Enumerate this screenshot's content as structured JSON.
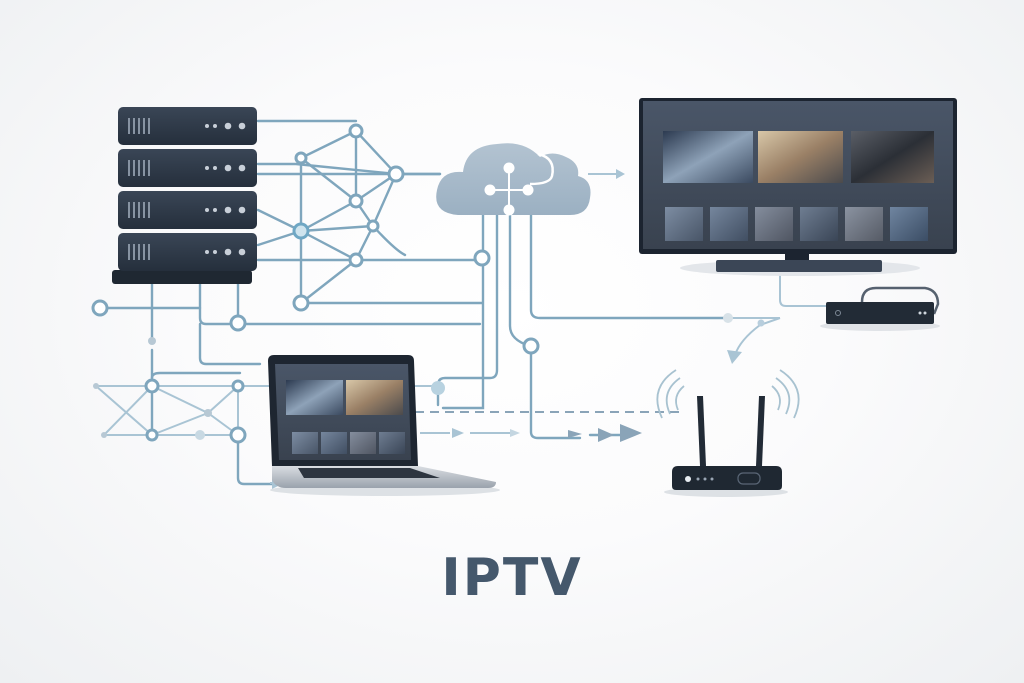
{
  "title": "IPTV",
  "devices": {
    "server": {
      "label": "media-server-rack",
      "units": 4
    },
    "cloud": {
      "label": "cloud-network"
    },
    "tv": {
      "label": "smart-tv",
      "featured_tiles": 3,
      "thumbnail_tiles": 6
    },
    "set_top_box": {
      "label": "set-top-box"
    },
    "laptop": {
      "label": "laptop",
      "featured_tiles": 2,
      "thumbnail_tiles": 4
    },
    "router": {
      "label": "wifi-router",
      "antennas": 2
    }
  },
  "colors": {
    "title": "#45586c",
    "device_dark": "#2e3a4a",
    "network_line": "#7fa6bd",
    "cloud": "#a5b8c8",
    "background": "#f7f8f9"
  }
}
